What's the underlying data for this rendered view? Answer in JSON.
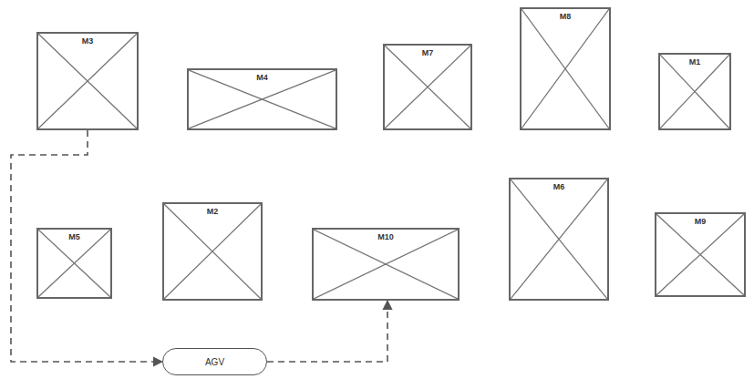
{
  "diagram": {
    "nodes": [
      {
        "text": [
          "M3"
        ]
      },
      {
        "text": [
          "M4"
        ]
      },
      {
        "text": [
          "M7"
        ]
      },
      {
        "text": [
          "M8"
        ]
      },
      {
        "text": [
          "M1"
        ]
      },
      {
        "text": [
          "M5"
        ]
      },
      {
        "text": [
          "M2"
        ]
      },
      {
        "text": [
          "M10"
        ]
      },
      {
        "text": [
          "M6"
        ]
      },
      {
        "text": [
          "M9"
        ]
      },
      {
        "text": [
          "AGV"
        ]
      }
    ],
    "edges": [
      {
        "from": 0,
        "to": 10,
        "arrow": "to"
      },
      {
        "from": 10,
        "to": 7,
        "arrow": "to"
      }
    ]
  }
}
